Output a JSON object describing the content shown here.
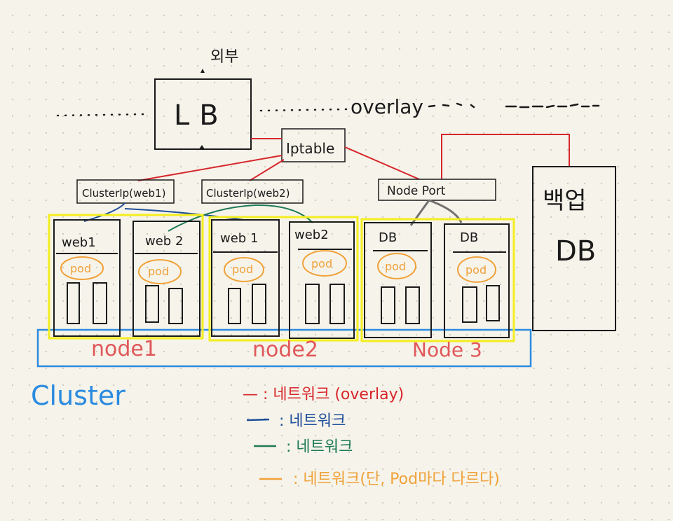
{
  "external_label": "외부",
  "lb_label": "LB",
  "overlay_label": "overlay",
  "iptable_label": "Iptable",
  "clusterip_web1_label": "ClusterIp(web1)",
  "clusterip_web2_label": "ClusterIp(web2)",
  "nodeport_label": "Node Port",
  "backup_db": {
    "line1": "백업",
    "line2": "DB"
  },
  "nodes": [
    {
      "label": "node1",
      "pods": [
        {
          "label": "web1",
          "pod": "pod"
        },
        {
          "label": "web 2",
          "pod": "pod"
        }
      ]
    },
    {
      "label": "node2",
      "pods": [
        {
          "label": "web 1",
          "pod": "pod"
        },
        {
          "label": "web2",
          "pod": "pod"
        }
      ]
    },
    {
      "label": "Node 3",
      "pods": [
        {
          "label": "DB",
          "pod": "pod"
        },
        {
          "label": "DB",
          "pod": "pod"
        }
      ]
    }
  ],
  "cluster_label": "Cluster",
  "legend": [
    {
      "color": "#d7262b",
      "text": "— : 네트워크 (overlay)"
    },
    {
      "color": "#1f4f9a",
      "text": ": 네트워크"
    },
    {
      "color": "#1e7a55",
      "text": ": 네트워크"
    },
    {
      "color": "#f0a23a",
      "text": ": 네트워크(단, Pod마다 다르다)"
    }
  ],
  "colors": {
    "red": "#d7262b",
    "blue": "#1f4f9a",
    "green": "#1e7a55",
    "orange": "#f0a23a",
    "yellow": "#f4ee1e",
    "cluster_blue": "#2a8be0",
    "gray": "#707070",
    "ink": "#1a1a1a"
  }
}
